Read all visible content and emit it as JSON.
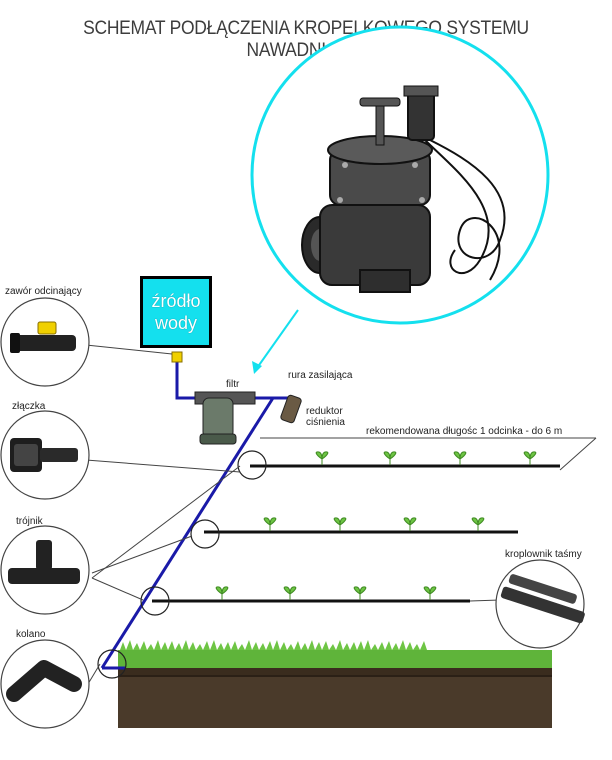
{
  "title": "SCHEMAT PODŁĄCZENIA KROPELKOWEGO SYSTEMU NAWADNIANIA",
  "source": {
    "line1": "źródło",
    "line2": "wody"
  },
  "labels": {
    "shutoff_valve": "zawór odcinający",
    "connector": "złączka",
    "tee": "trójnik",
    "elbow": "kolano",
    "filter": "filtr",
    "supply_pipe": "rura zasilająca",
    "reducer_line1": "reduktor",
    "reducer_line2": "ciśnienia",
    "recommended_length": "rekomendowana długośc 1 odcinka - do 6 m",
    "drip_tape": "kroplownik taśmy"
  },
  "colors": {
    "source_fill": "#14e0ee",
    "callout_ring": "#14e0ee",
    "supply_line": "#1a1aa8",
    "drip_line": "#111111",
    "grass": "#5fb43a",
    "soil": "#4a3a2a"
  }
}
